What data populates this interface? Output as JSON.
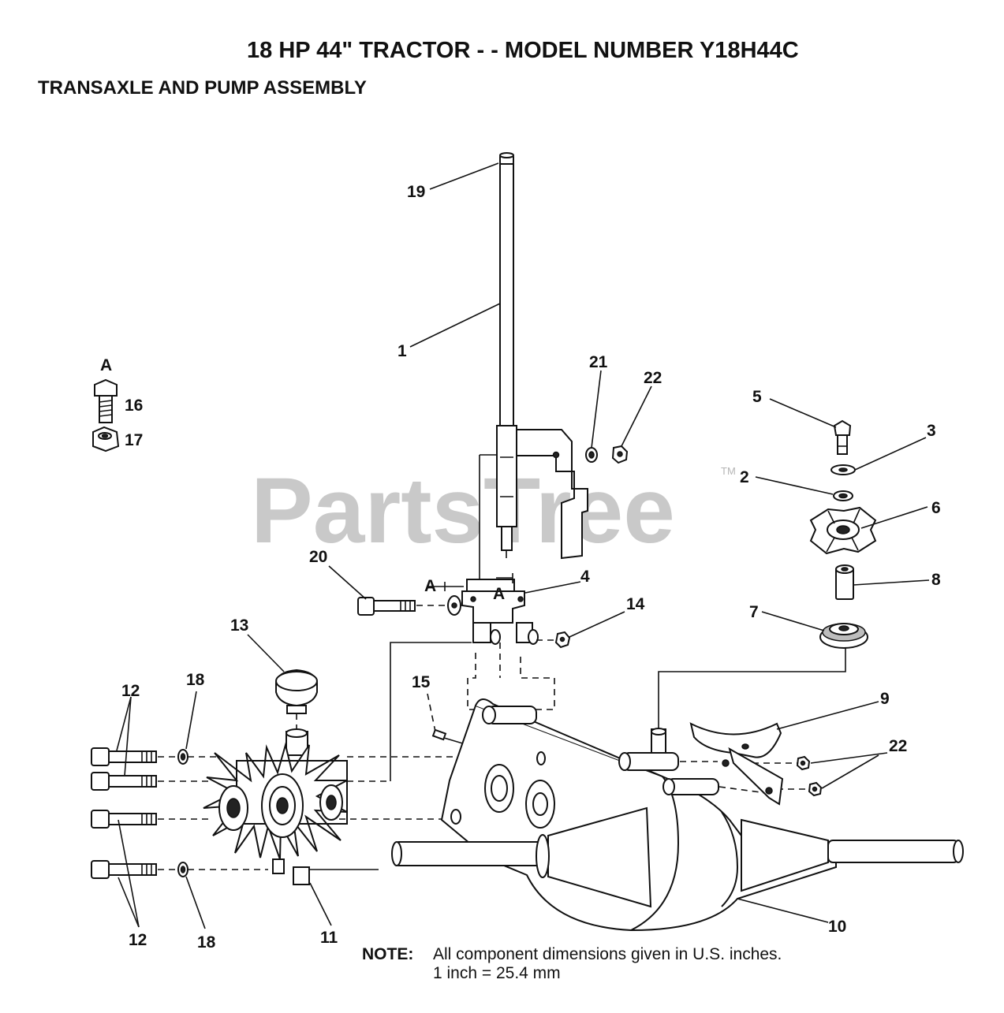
{
  "header": {
    "title": "18 HP 44\" TRACTOR - - MODEL NUMBER Y18H44C",
    "subtitle": "TRANSAXLE AND PUMP ASSEMBLY"
  },
  "watermark": {
    "text": "PartsTree",
    "tm": "TM"
  },
  "callouts": {
    "c1": "1",
    "c2": "2",
    "c3": "3",
    "c4": "4",
    "c5": "5",
    "c6": "6",
    "c7": "7",
    "c8": "8",
    "c9": "9",
    "c10": "10",
    "c11": "11",
    "c12a": "12",
    "c12b": "12",
    "c13": "13",
    "c14": "14",
    "c15": "15",
    "c16": "16",
    "c17": "17",
    "c18a": "18",
    "c18b": "18",
    "c19": "19",
    "c20": "20",
    "c21": "21",
    "c22a": "22",
    "c22b": "22"
  },
  "detail_labels": {
    "a_key": "A",
    "a_left": "A",
    "a_right": "A"
  },
  "note": {
    "label": "NOTE:",
    "line1": "All component dimensions given in U.S. inches.",
    "line2": "1 inch = 25.4 mm"
  }
}
